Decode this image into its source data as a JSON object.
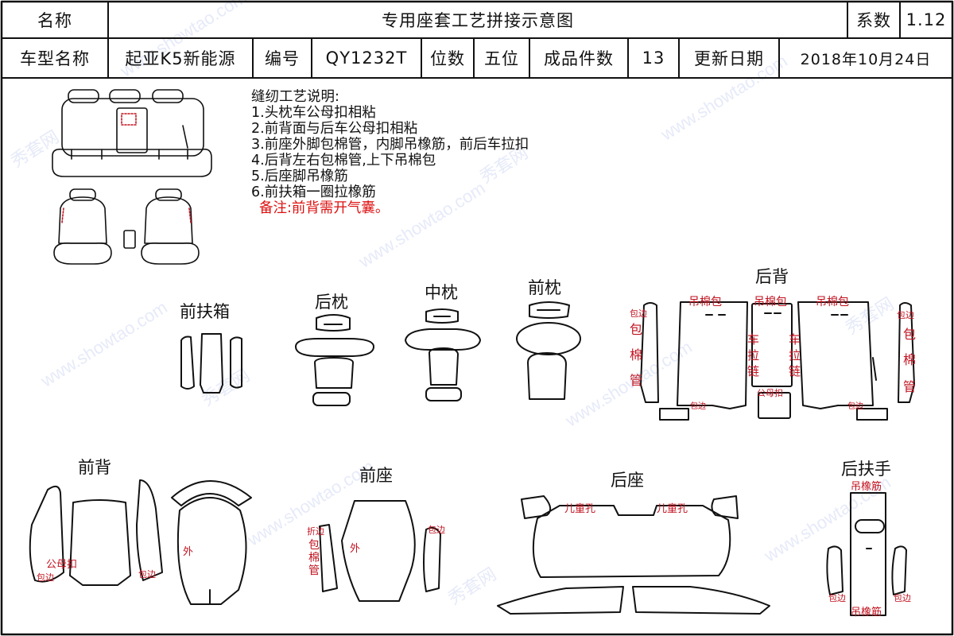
{
  "header": {
    "name_label": "名称",
    "title": "专用座套工艺拼接示意图",
    "coef_label": "系数",
    "coef_value": "1.12",
    "model_label": "车型名称",
    "model_value": "起亚K5新能源",
    "code_label": "编号",
    "code_value": "QY1232T",
    "seats_label": "位数",
    "seats_value": "五位",
    "pieces_label": "成品件数",
    "pieces_value": "13",
    "date_label": "更新日期",
    "date_value": "2018年10月24日"
  },
  "notes": {
    "heading": "缝纫工艺说明:",
    "items": [
      "1.头枕车公母扣相粘",
      "2.前背面与后车公母扣相粘",
      "3.前座外脚包棉管，内脚吊橡筋，前后车拉扣",
      "4.后背左右包棉管,上下吊棉包",
      "5.后座脚吊橡筋",
      "6.前扶箱一圈拉橡筋"
    ],
    "remark": "备注:前背需开气囊。"
  },
  "sections": {
    "front_armbox": "前扶箱",
    "rear_pillow": "后枕",
    "middle_pillow": "中枕",
    "front_pillow": "前枕",
    "rear_back": "后背",
    "front_back": "前背",
    "front_seat": "前座",
    "rear_seat": "后座",
    "rear_armrest": "后扶手"
  },
  "annotations": {
    "hang_pad": "吊棉包",
    "edge_wrap": "包边",
    "wrap": "包",
    "cotton": "棉",
    "tube": "管",
    "zip_che": "车",
    "zip_la": "拉",
    "zip_lian": "链",
    "snap": "公母扣",
    "outer": "外",
    "fold": "折边",
    "child_hole": "儿童孔",
    "hang_rubber": "吊橡筋"
  },
  "watermark": {
    "brand_cn": "秀套网",
    "domain": "www.showtao.com"
  },
  "colors": {
    "line": "#111111",
    "annotation_red": "#c1121f",
    "remark_red": "#dd1111"
  }
}
